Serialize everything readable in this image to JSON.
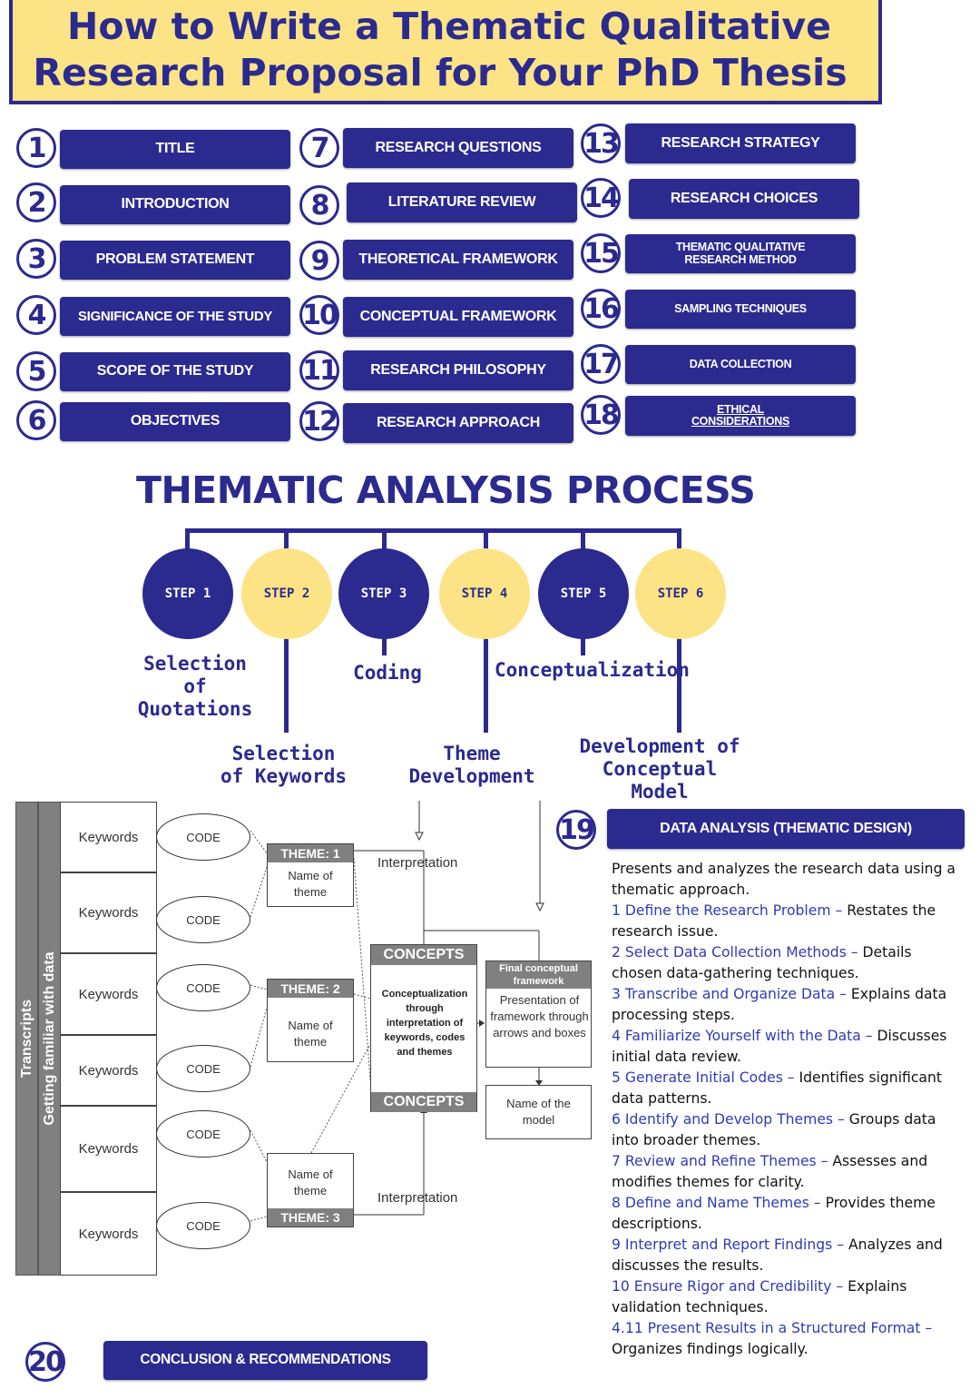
{
  "title": {
    "line1": "How to Write a Thematic Qualitative",
    "line2": "Research Proposal for Your PhD Thesis"
  },
  "sections": [
    {
      "num": "1",
      "label": "TITLE"
    },
    {
      "num": "2",
      "label": "INTRODUCTION"
    },
    {
      "num": "3",
      "label": "PROBLEM STATEMENT"
    },
    {
      "num": "4",
      "label": "SIGNIFICANCE OF THE STUDY"
    },
    {
      "num": "5",
      "label": "SCOPE OF THE  STUDY"
    },
    {
      "num": "6",
      "label": "OBJECTIVES"
    },
    {
      "num": "7",
      "label": "RESEARCH QUESTIONS"
    },
    {
      "num": "8",
      "label": "LITERATURE REVIEW"
    },
    {
      "num": "9",
      "label": "THEORETICAL FRAMEWORK"
    },
    {
      "num": "10",
      "label": "CONCEPTUAL FRAMEWORK"
    },
    {
      "num": "11",
      "label": "RESEARCH PHILOSOPHY"
    },
    {
      "num": "12",
      "label": "RESEARCH APPROACH"
    },
    {
      "num": "13",
      "label": "RESEARCH STRATEGY"
    },
    {
      "num": "14",
      "label": "RESEARCH CHOICES"
    },
    {
      "num": "15",
      "label": "THEMATIC QUALITATIVE RESEARCH METHOD"
    },
    {
      "num": "16",
      "label": "SAMPLING TECHNIQUES"
    },
    {
      "num": "17",
      "label": "DATA COLLECTION"
    },
    {
      "num": "18",
      "label": "ETHICAL CONSIDERATIONS"
    }
  ],
  "process": {
    "title": "THEMATIC ANALYSIS PROCESS",
    "steps": [
      "STEP 1",
      "STEP 2",
      "STEP 3",
      "STEP 4",
      "STEP 5",
      "STEP 6"
    ],
    "stages": {
      "s1": "Selection of Quotations",
      "s2": "Selection of Keywords",
      "s3": "Coding",
      "s4": "Theme Development",
      "s5": "Conceptualization",
      "s6": "Development of Conceptual Model"
    }
  },
  "diagram": {
    "side_outer": "Transcripts",
    "side_inner": "Getting familiar with data",
    "keyword": "Keywords",
    "code": "CODE",
    "theme1": "THEME: 1",
    "theme2": "THEME: 2",
    "theme3": "THEME: 3",
    "name_of_theme": "Name of theme",
    "interpretation": "Interpretation",
    "concepts": "CONCEPTS",
    "concepts_body": "Conceptualization through interpretation of keywords, codes and themes",
    "final_framework": "Final conceptual framework",
    "presentation": "Presentation of framework through arrows and boxes",
    "name_model": "Name of the model"
  },
  "data_analysis": {
    "num": "19",
    "label": "DATA ANALYSIS (THEMATIC DESIGN)",
    "intro": "Presents and analyzes the research data using a thematic approach.",
    "items": [
      {
        "t": "1 Define the Research Problem –",
        "d": " Restates the research issue."
      },
      {
        "t": "2 Select Data Collection Methods –",
        "d": " Details chosen data-gathering techniques."
      },
      {
        "t": "3 Transcribe and Organize Data –",
        "d": " Explains data processing steps."
      },
      {
        "t": "4 Familiarize Yourself with the Data –",
        "d": " Discusses initial data review."
      },
      {
        "t": "5 Generate Initial Codes –",
        "d": " Identifies significant data patterns."
      },
      {
        "t": "6 Identify and Develop Themes –",
        "d": " Groups data into broader themes."
      },
      {
        "t": "7 Review and Refine Themes –",
        "d": " Assesses and modifies themes for clarity."
      },
      {
        "t": "8 Define and Name Themes –",
        "d": " Provides theme descriptions."
      },
      {
        "t": "9 Interpret and Report Findings –",
        "d": " Analyzes and discusses the results."
      },
      {
        "t": "10 Ensure Rigor and Credibility –",
        "d": " Explains validation techniques."
      },
      {
        "t": "4.11 Present Results in a Structured Format –",
        "d": " Organizes findings logically."
      }
    ]
  },
  "conclusion": {
    "num": "20",
    "label": "CONCLUSION & RECOMMENDATIONS"
  },
  "colors": {
    "navy": "#2b2a8f",
    "yellow": "#fce386",
    "grey": "#808080",
    "link_blue": "#2f3bb3"
  }
}
